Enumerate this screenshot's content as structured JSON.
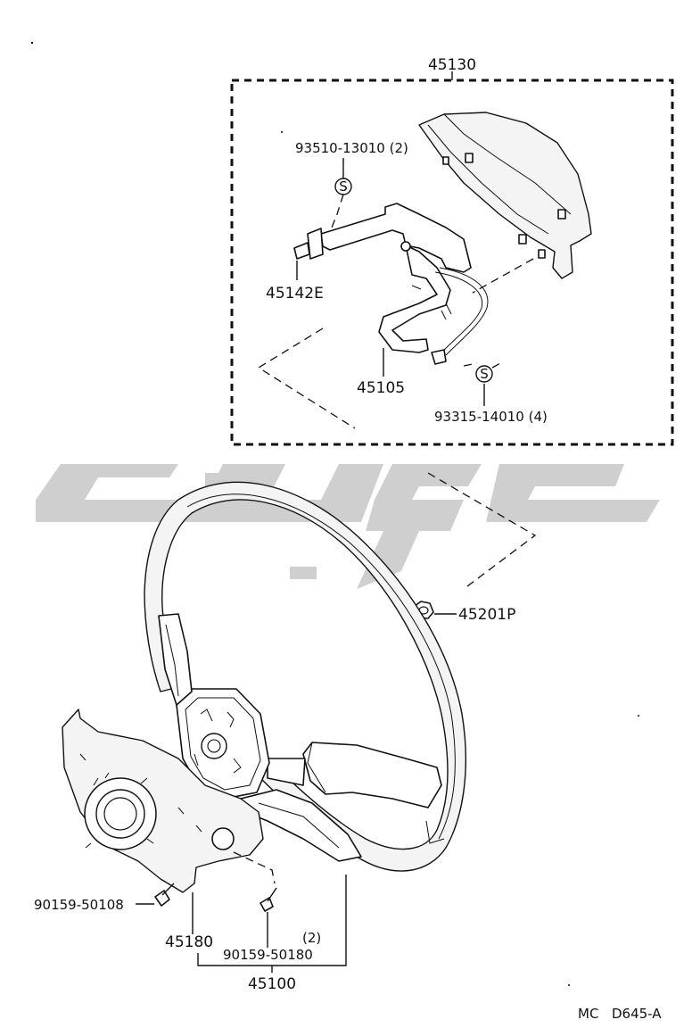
{
  "callouts": {
    "horn_pad_assy": "45130",
    "screw_top": "93510-13010 (2)",
    "horn_contact": "45142E",
    "bracket": "45105",
    "screw_bottom": "93315-14010 (4)",
    "nut": "45201P",
    "screw_left": "90159-50108",
    "cover": "45180",
    "screw_cover": "90159-50180",
    "screw_cover_qty": "(2)",
    "wheel_assy": "45100",
    "s_mark": "S"
  },
  "footer": {
    "code_prefix": "MC",
    "code": "D645-A"
  },
  "colors": {
    "line": "#111111",
    "watermark": "#cfcfcf",
    "background": "#ffffff"
  }
}
